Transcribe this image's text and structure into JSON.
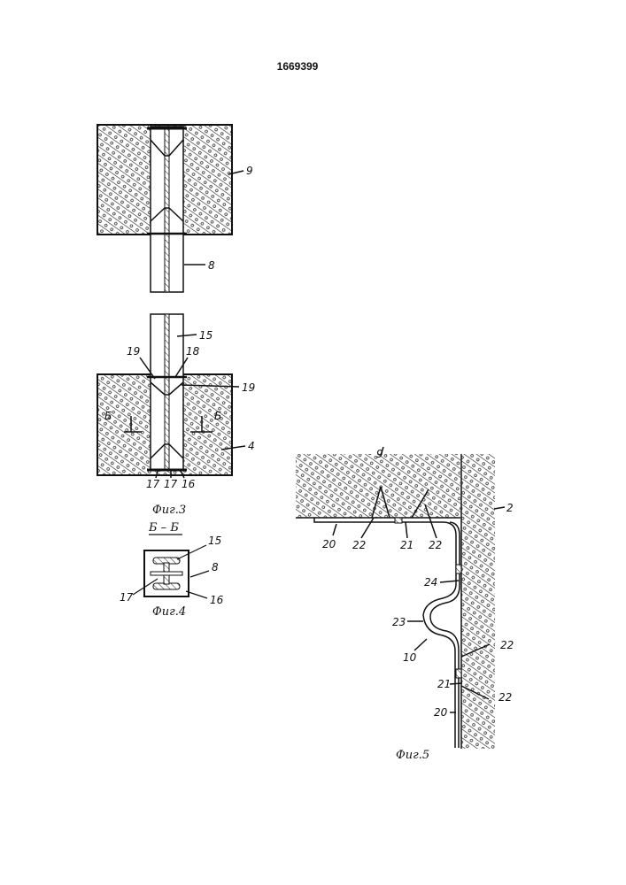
{
  "page_number": "1669399",
  "fig3": {
    "caption": "Фиг.3",
    "labels": {
      "l9": "9",
      "l8": "8",
      "l15": "15",
      "l19a": "19",
      "l18": "18",
      "l19b": "19",
      "b_left": "Б",
      "b_right": "Б",
      "l4": "4",
      "l17a": "17",
      "l17b": "17",
      "l16": "16"
    }
  },
  "fig4": {
    "section": "Б – Б",
    "caption": "Фиг.4",
    "labels": {
      "l15": "15",
      "l8": "8",
      "l17": "17",
      "l16": "16"
    }
  },
  "fig5": {
    "caption": "Фиг.5",
    "labels": {
      "l9": "9",
      "l2": "2",
      "l20a": "20",
      "l22a": "22",
      "l21a": "21",
      "l22b": "22",
      "l24": "24",
      "l23": "23",
      "l10": "10",
      "l22c": "22",
      "l21b": "21",
      "l22d": "22",
      "l20b": "20"
    }
  }
}
